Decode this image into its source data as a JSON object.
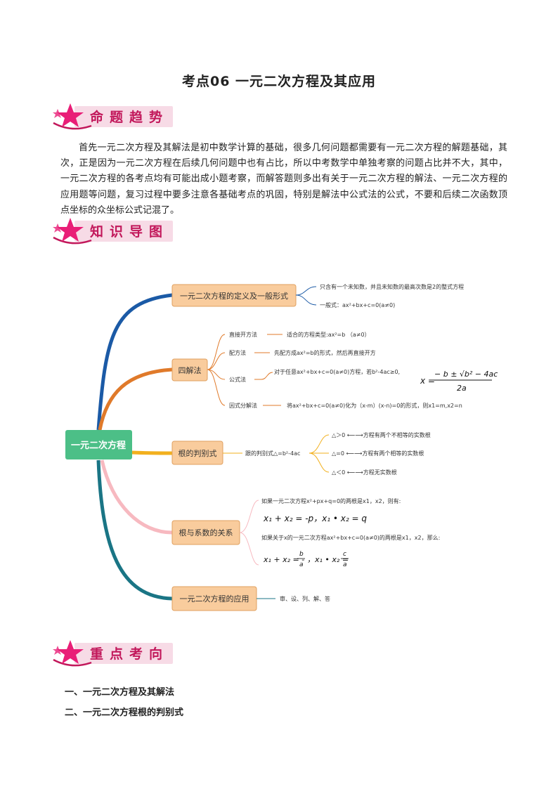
{
  "doc_title": "考点06    一元二次方程及其应用",
  "banners": {
    "trend": "命题趋势",
    "knowledge_map": "知识导图",
    "key_points": "重点考向"
  },
  "intro_paragraph": "首先一元二次方程及其解法是初中数学计算的基础，很多几何问题都需要有一元二次方程的解题基础，其次，正是因为一元二次方程在后续几何问题中也有占比，所以中考数学中单独考察的问题占比并不大，其中，一元二次方程的各考点均有可能出成小题考察，而解答题则多出有关于一元二次方程的解法、一元二次方程的应用题等问题，复习过程中要多注意各基础考点的巩固，特别是解法中公式法的公式，不要和后续二次函数顶点坐标的众坐标公式记混了。",
  "mindmap": {
    "root": "一元二次方程",
    "definition": {
      "label": "一元二次方程的定义及一般形式",
      "leaf1": "只含有一个未知数，并且未知数的最高次数是2的整式方程",
      "leaf2": "一般式：ax²+bx+c=0(a≠0)"
    },
    "methods": {
      "label": "四解法",
      "items": [
        {
          "name": "直接开方法",
          "desc": "适合的方程类型:ax²=b （a≠0）"
        },
        {
          "name": "配方法",
          "desc": "先配方成ax²=b的形式，然后再直接开方"
        },
        {
          "name": "公式法",
          "desc": "对于任意ax²+bx+c=0(a≠0)方程，若b²-4ac≥0,"
        },
        {
          "name": "因式分解法",
          "desc": "将ax²+bx+c=0(a≠0)化为（x-m）(x-n)=0的形式，则x1=m,x2=n"
        }
      ],
      "formula": {
        "lhs": "x =",
        "numerator": "− b ± √b² − 4ac",
        "denominator": "2a"
      }
    },
    "discriminant": {
      "label": "根的判别式",
      "def": "跟的判别式△=b²-4ac",
      "cases": [
        "△＞0 ⟵⟶方程有两个不相等的实数根",
        "△=0 ⟵⟶方程有两个相等的实数根",
        "△＜0 ⟵⟶方程无实数根"
      ]
    },
    "vieta": {
      "label": "根与系数的关系",
      "line1": "如果一元二次方程x²+px+q=0的两根是x1，x2，则有:",
      "formula1": "x₁ + x₂ = -p，x₁ • x₂ = q",
      "line2": "如果关于x的一元二次方程ax²+bx+c=0(a≠0)的两根是x1，x2，那么:",
      "formula2": {
        "part1": "x₁ + x₂ = -",
        "num1": "b",
        "den1": "a",
        "part2": "，x₁ • x₂ =",
        "num2": "c",
        "den2": "a"
      }
    },
    "application": {
      "label": "一元二次方程的应用",
      "leaf": "审、设、列、解、答"
    }
  },
  "sections": [
    "一、一元二次方程及其解法",
    "二、一元二次方程根的判别式"
  ],
  "colors": {
    "banner_pink": "#c2185b",
    "banner_bg": "#f7dbe6",
    "root_green": "#4cbf87",
    "node_orange": "#f9cc9d",
    "branch_blue": "#1b5aa6",
    "branch_orange": "#e07a2a",
    "branch_yellow": "#f2b01e",
    "branch_pink": "#f7b9c0",
    "branch_teal": "#1a7585"
  }
}
